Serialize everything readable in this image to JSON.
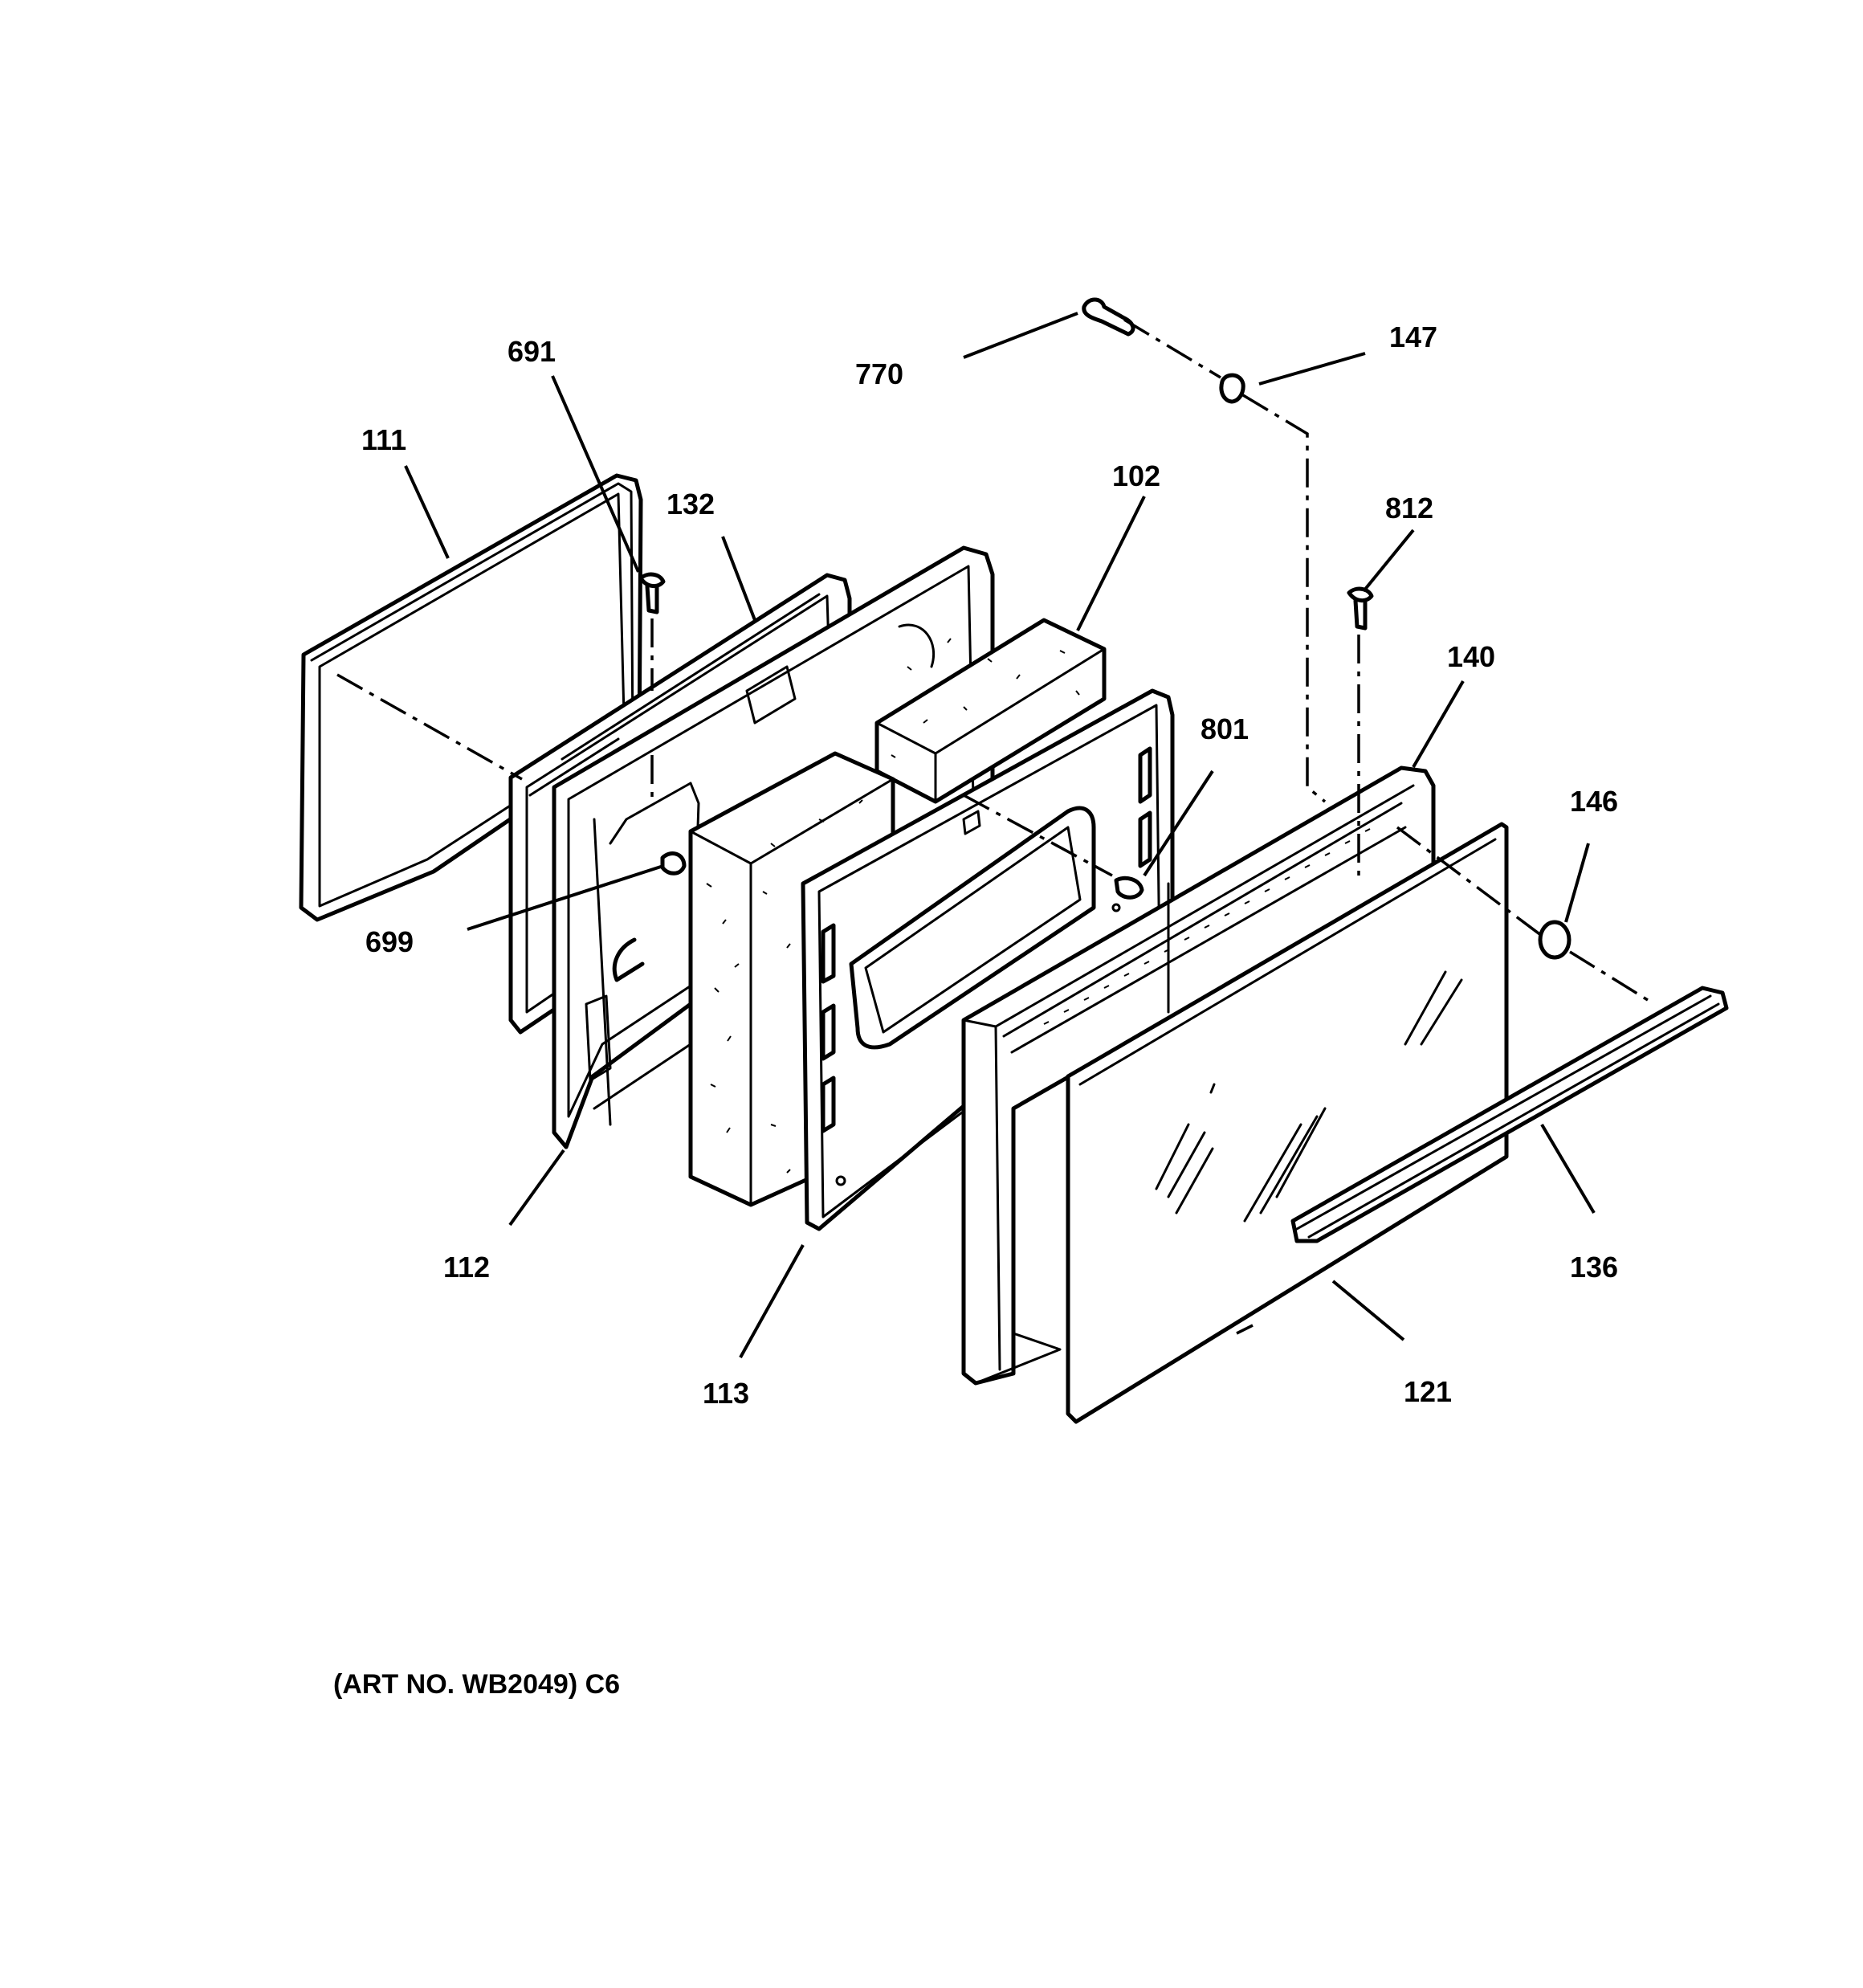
{
  "callouts": {
    "p111": "111",
    "p691": "691",
    "p132": "132",
    "p102": "102",
    "p770": "770",
    "p147": "147",
    "p812": "812",
    "p140": "140",
    "p801": "801",
    "p146": "146",
    "p699": "699",
    "p112": "112",
    "p113": "113",
    "p136": "136",
    "p121": "121"
  },
  "caption": "(ART NO. WB2049) C6"
}
